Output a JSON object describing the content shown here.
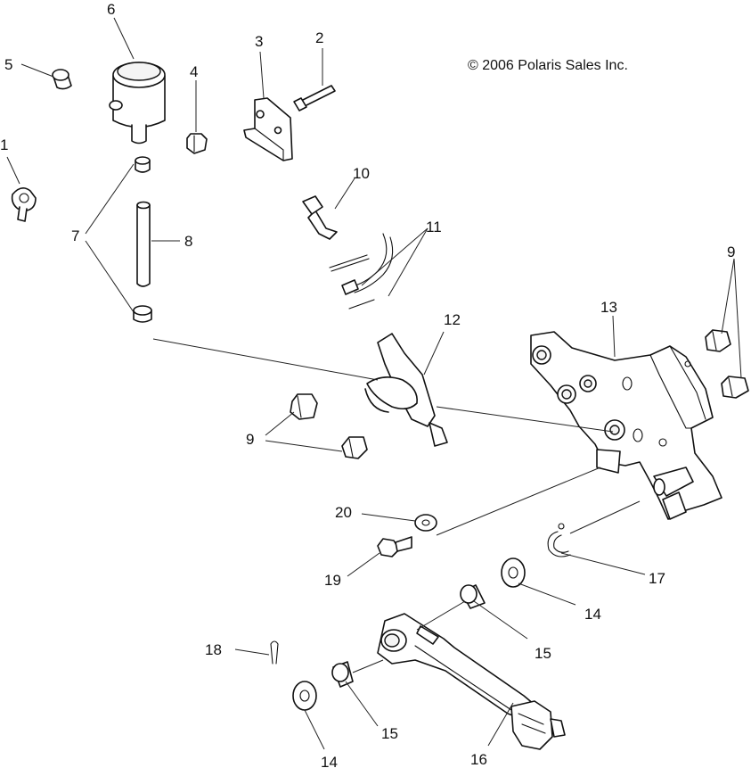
{
  "copyright": "© 2006 Polaris Sales Inc.",
  "callouts": {
    "c1": "1",
    "c2": "2",
    "c3": "3",
    "c4": "4",
    "c5": "5",
    "c6": "6",
    "c7": "7",
    "c8": "8",
    "c9a": "9",
    "c9b": "9",
    "c10": "10",
    "c11": "11",
    "c12": "12",
    "c13": "13",
    "c14a": "14",
    "c14b": "14",
    "c15a": "15",
    "c15b": "15",
    "c16": "16",
    "c17": "17",
    "c18": "18",
    "c19": "19",
    "c20": "20"
  }
}
